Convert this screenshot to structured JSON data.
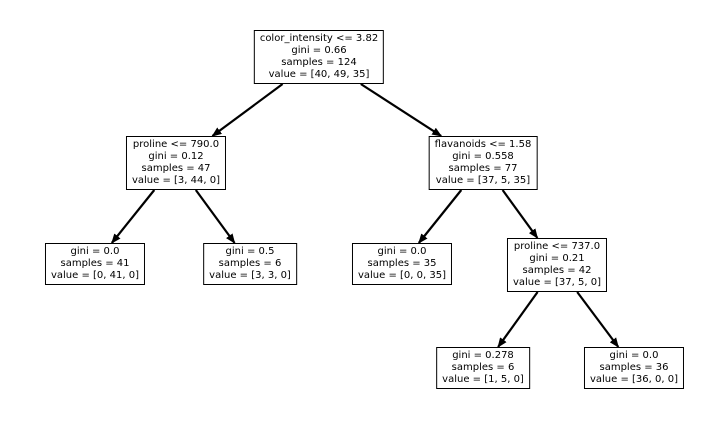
{
  "figure": {
    "background": "#ffffff",
    "node_fill": "#ffffff",
    "node_border_color": "#000000",
    "text_color": "#000000",
    "arrow_color": "#000000"
  },
  "tree": {
    "type": "decision-tree",
    "nodes": [
      {
        "id": "root",
        "lines": [
          "color_intensity <= 3.82",
          "gini = 0.66",
          "samples = 124",
          "value = [40, 49, 35]"
        ]
      },
      {
        "id": "n1",
        "lines": [
          "proline <= 790.0",
          "gini = 0.12",
          "samples = 47",
          "value = [3, 44, 0]"
        ]
      },
      {
        "id": "n2",
        "lines": [
          "flavanoids <= 1.58",
          "gini = 0.558",
          "samples = 77",
          "value = [37, 5, 35]"
        ]
      },
      {
        "id": "n3",
        "lines": [
          "gini = 0.0",
          "samples = 41",
          "value = [0, 41, 0]"
        ]
      },
      {
        "id": "n4",
        "lines": [
          "gini = 0.5",
          "samples = 6",
          "value = [3, 3, 0]"
        ]
      },
      {
        "id": "n5",
        "lines": [
          "gini = 0.0",
          "samples = 35",
          "value = [0, 0, 35]"
        ]
      },
      {
        "id": "n6",
        "lines": [
          "proline <= 737.0",
          "gini = 0.21",
          "samples = 42",
          "value = [37, 5, 0]"
        ]
      },
      {
        "id": "n7",
        "lines": [
          "gini = 0.278",
          "samples = 6",
          "value = [1, 5, 0]"
        ]
      },
      {
        "id": "n8",
        "lines": [
          "gini = 0.0",
          "samples = 36",
          "value = [36, 0, 0]"
        ]
      }
    ],
    "edges": [
      {
        "from": "root",
        "to": "n1"
      },
      {
        "from": "root",
        "to": "n2"
      },
      {
        "from": "n1",
        "to": "n3"
      },
      {
        "from": "n1",
        "to": "n4"
      },
      {
        "from": "n2",
        "to": "n5"
      },
      {
        "from": "n2",
        "to": "n6"
      },
      {
        "from": "n6",
        "to": "n7"
      },
      {
        "from": "n6",
        "to": "n8"
      }
    ]
  }
}
